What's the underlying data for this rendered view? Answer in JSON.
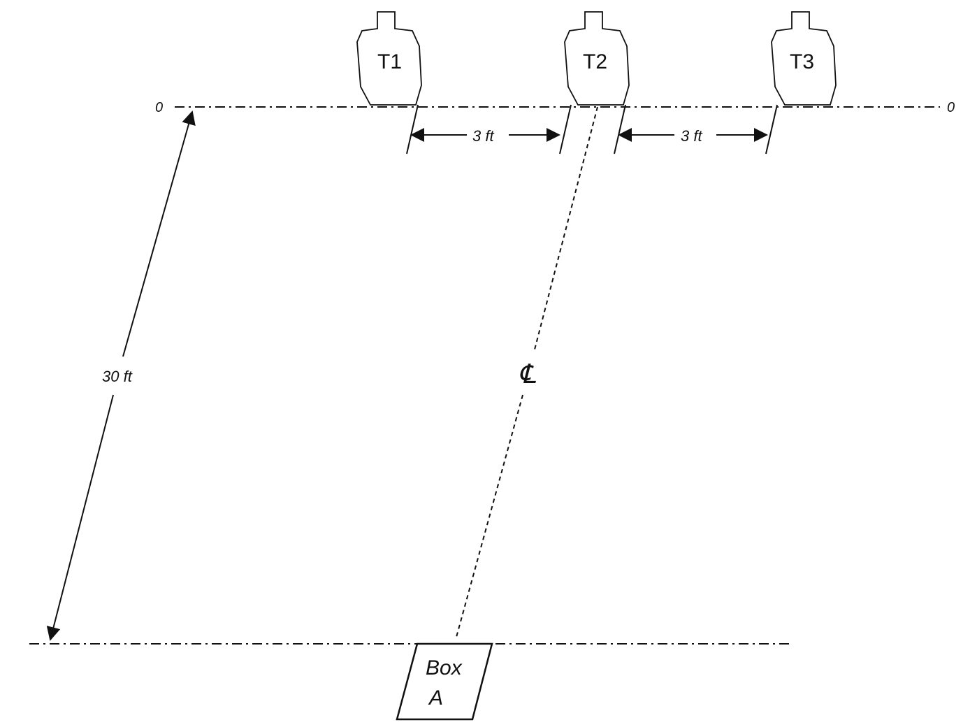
{
  "diagram": {
    "targets": [
      {
        "label": "T1"
      },
      {
        "label": "T2"
      },
      {
        "label": "T3"
      }
    ],
    "zero_left": "0",
    "zero_right": "0",
    "spacing_1": "3 ft",
    "spacing_2": "3 ft",
    "distance": "30 ft",
    "centerline_symbol": "℄",
    "box_line1": "Box",
    "box_line2": "A"
  }
}
